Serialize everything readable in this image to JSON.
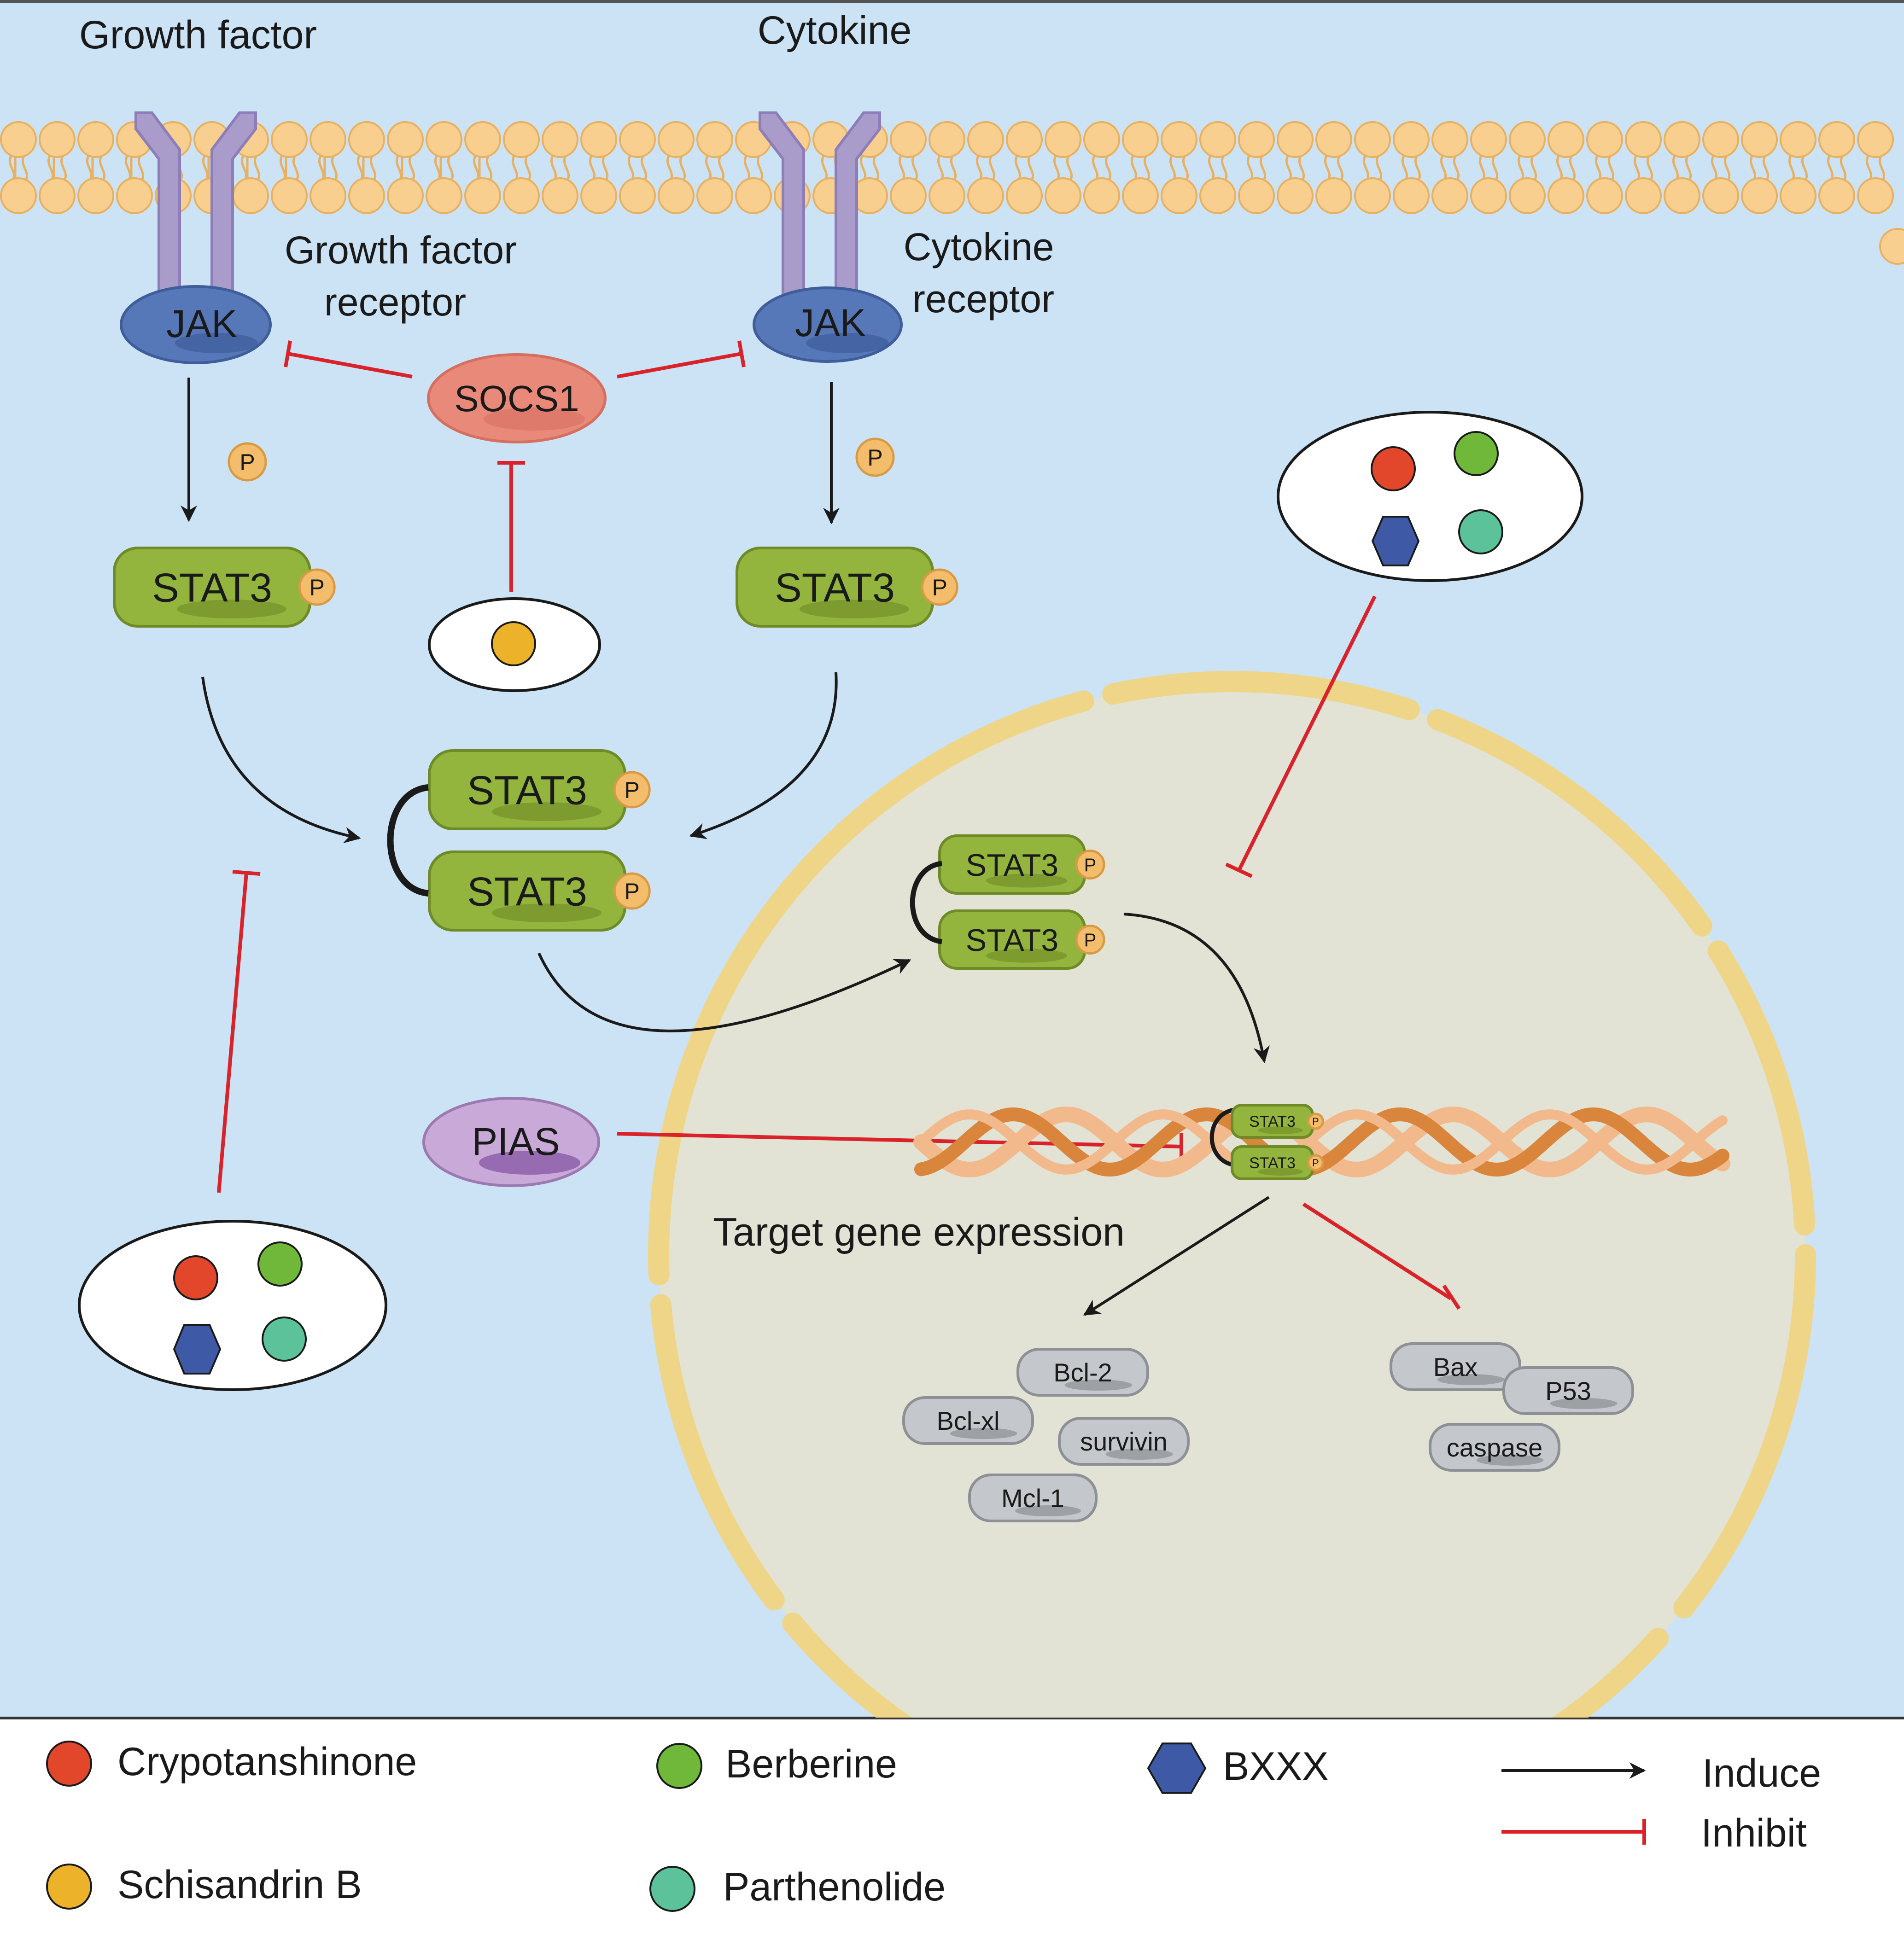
{
  "labels": {
    "growth_factor": "Growth factor",
    "cytokine": "Cytokine",
    "growth_factor_receptor_line1": "Growth factor",
    "growth_factor_receptor_line2": "receptor",
    "cytokine_receptor_line1": "Cytokine",
    "cytokine_receptor_line2": "receptor",
    "jak": "JAK",
    "socs1": "SOCS1",
    "stat3": "STAT3",
    "p": "P",
    "pias": "PIAS",
    "target_gene_expression": "Target gene expression"
  },
  "anti_apoptotic_genes": [
    "Bcl-2",
    "Bcl-xl",
    "survivin",
    "Mcl-1"
  ],
  "pro_apoptotic_genes": [
    "Bax",
    "P53",
    "caspase"
  ],
  "legend": {
    "compounds": [
      {
        "name": "Crypotanshinone",
        "shape": "circle",
        "color": "#e2472b"
      },
      {
        "name": "Berberine",
        "shape": "circle",
        "color": "#70b83a"
      },
      {
        "name": "BXXX",
        "shape": "hexagon",
        "color": "#3e5aa6"
      },
      {
        "name": "Schisandrin B",
        "shape": "circle",
        "color": "#ebb22a"
      },
      {
        "name": "Parthenolide",
        "shape": "circle",
        "color": "#5cc29a"
      }
    ],
    "induce": "Induce",
    "inhibit": "Inhibit"
  },
  "colors": {
    "cytoplasm": "#cce3f5",
    "membrane_head": "#f8cf8e",
    "receptor": "#a99ccb",
    "jak": "#5677b8",
    "socs1": "#e8897a",
    "stat3": "#94b53d",
    "phosphate": "#f3bd6b",
    "nucleus": "#e2e3d5",
    "nuclear_envelope": "#efd587",
    "pias": "#c8a9d8",
    "gene_pill": "#c4c7cb",
    "dna_light": "#f2b98c",
    "dna_dark": "#d9853c",
    "induce_arrow": "#1a1a1a",
    "inhibit_line": "#d9222a"
  }
}
